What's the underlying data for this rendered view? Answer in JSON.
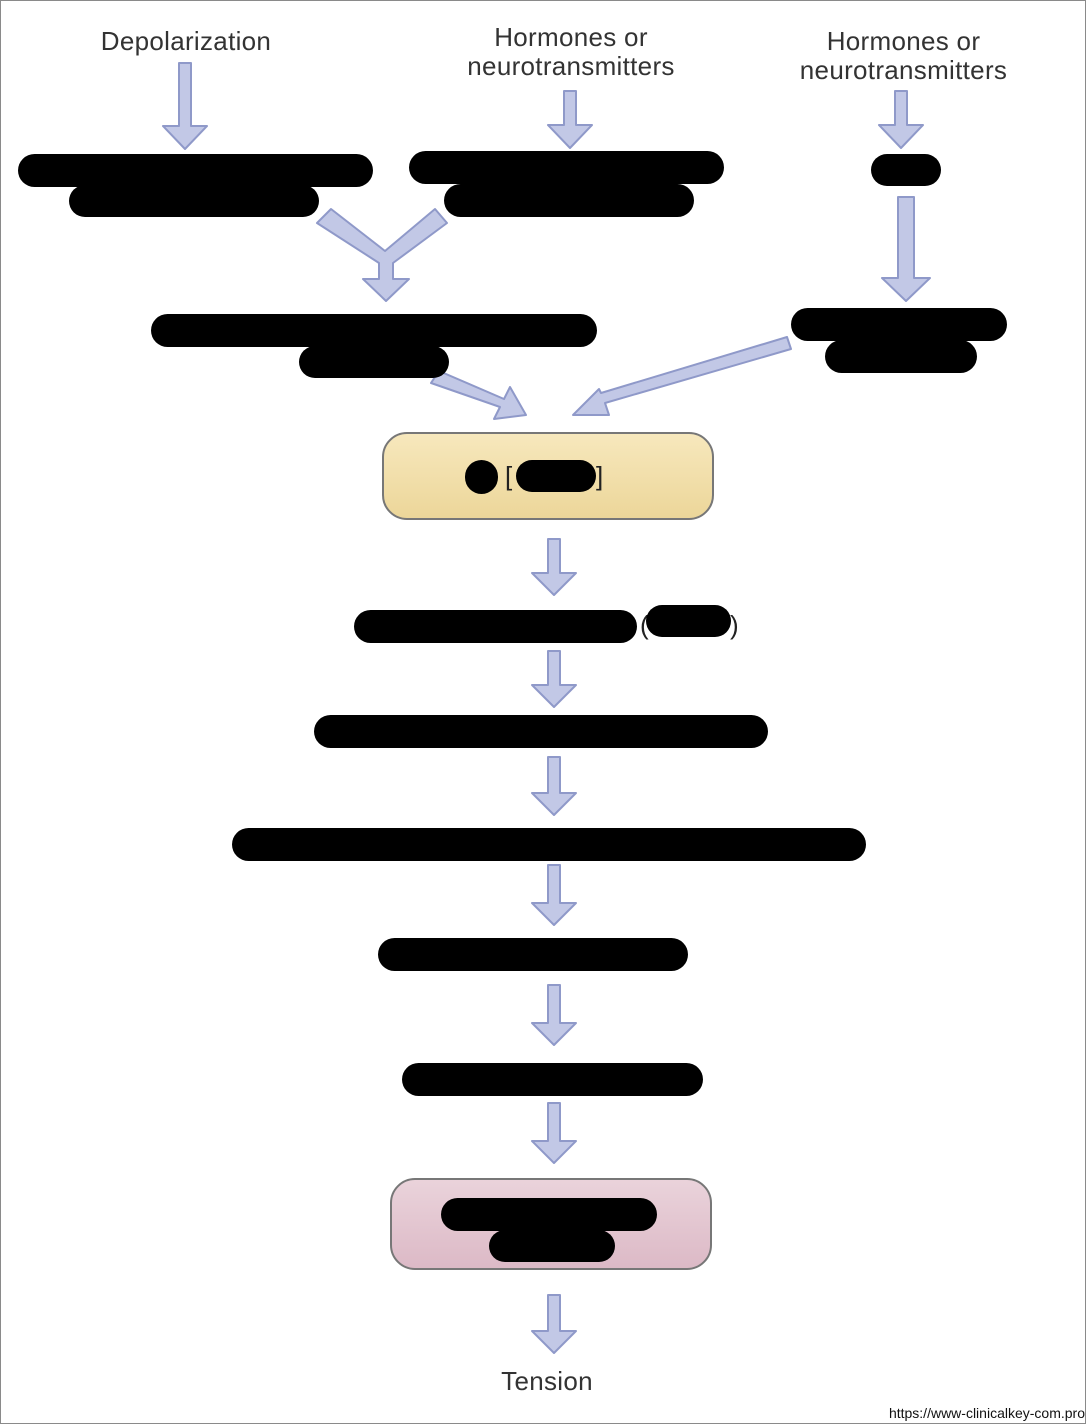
{
  "inputs": {
    "depolarization": "Depolarization",
    "hormones_1": "Hormones or neurotransmitters",
    "hormones_2": "Hormones or neurotransmitters"
  },
  "output": {
    "tension": "Tension"
  },
  "footer": {
    "source_url": "https://www-clinicalkey-com.pro"
  },
  "colors": {
    "arrow_fill": "#c2c8e6",
    "arrow_stroke": "#8f99c9",
    "calcium_box": "#f2deaa",
    "crossbridge_box": "#e2c4cf",
    "redaction": "#000000"
  }
}
